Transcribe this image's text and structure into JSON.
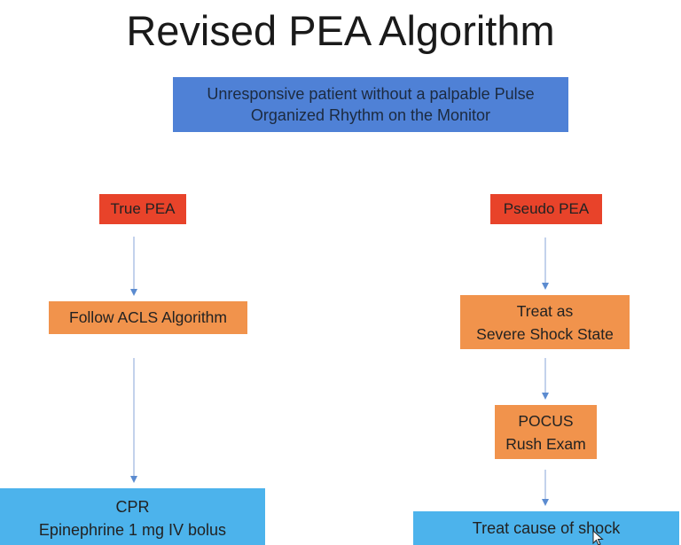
{
  "title": "Revised PEA Algorithm",
  "top_box": {
    "line1": "Unresponsive patient without a palpable Pulse",
    "line2": "Organized Rhythm on the Monitor"
  },
  "left_branch": {
    "label": "True PEA",
    "step1": "Follow ACLS Algorithm",
    "step2_line1": "CPR",
    "step2_line2": "Epinephrine 1 mg IV bolus"
  },
  "right_branch": {
    "label": "Pseudo PEA",
    "step1_line1": "Treat as",
    "step1_line2": "Severe Shock State",
    "step2_line1": "POCUS",
    "step2_line2": "Rush Exam",
    "step3": "Treat cause of shock"
  },
  "colors": {
    "top_box": "#4f81d6",
    "red_box": "#e8432a",
    "orange_box": "#f1934c",
    "blue_box": "#4cb3ec",
    "arrow": "#5b8bd0"
  },
  "icons": {
    "cursor": "mouse-pointer-icon"
  }
}
